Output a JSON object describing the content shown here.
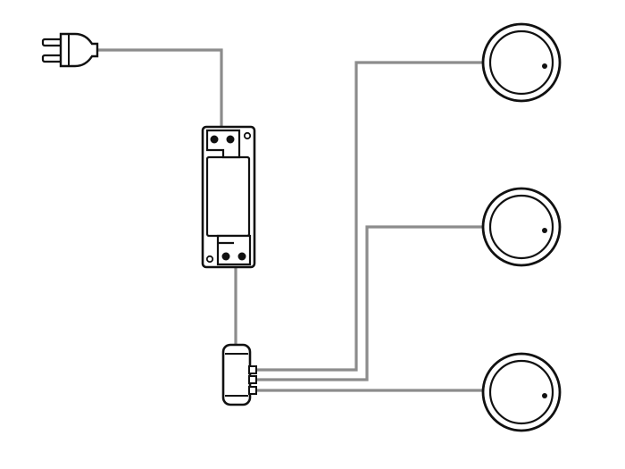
{
  "diagram": {
    "type": "wiring-diagram",
    "components": [
      {
        "id": "plug",
        "kind": "mains-plug",
        "icon": "plug-icon"
      },
      {
        "id": "driver",
        "kind": "led-driver",
        "icon": "driver-icon"
      },
      {
        "id": "splitter",
        "kind": "3-way-distributor",
        "outputs": 3,
        "icon": "splitter-icon"
      },
      {
        "id": "light-1",
        "kind": "round-puck-light",
        "icon": "puck-light-icon"
      },
      {
        "id": "light-2",
        "kind": "round-puck-light",
        "icon": "puck-light-icon"
      },
      {
        "id": "light-3",
        "kind": "round-puck-light",
        "icon": "puck-light-icon"
      }
    ],
    "connections": [
      {
        "from": "plug",
        "to": "driver"
      },
      {
        "from": "driver",
        "to": "splitter"
      },
      {
        "from": "splitter",
        "to": "light-1"
      },
      {
        "from": "splitter",
        "to": "light-2"
      },
      {
        "from": "splitter",
        "to": "light-3"
      }
    ],
    "colors": {
      "wire": "#8c8c8c",
      "outline": "#111111",
      "background": "#ffffff"
    }
  }
}
